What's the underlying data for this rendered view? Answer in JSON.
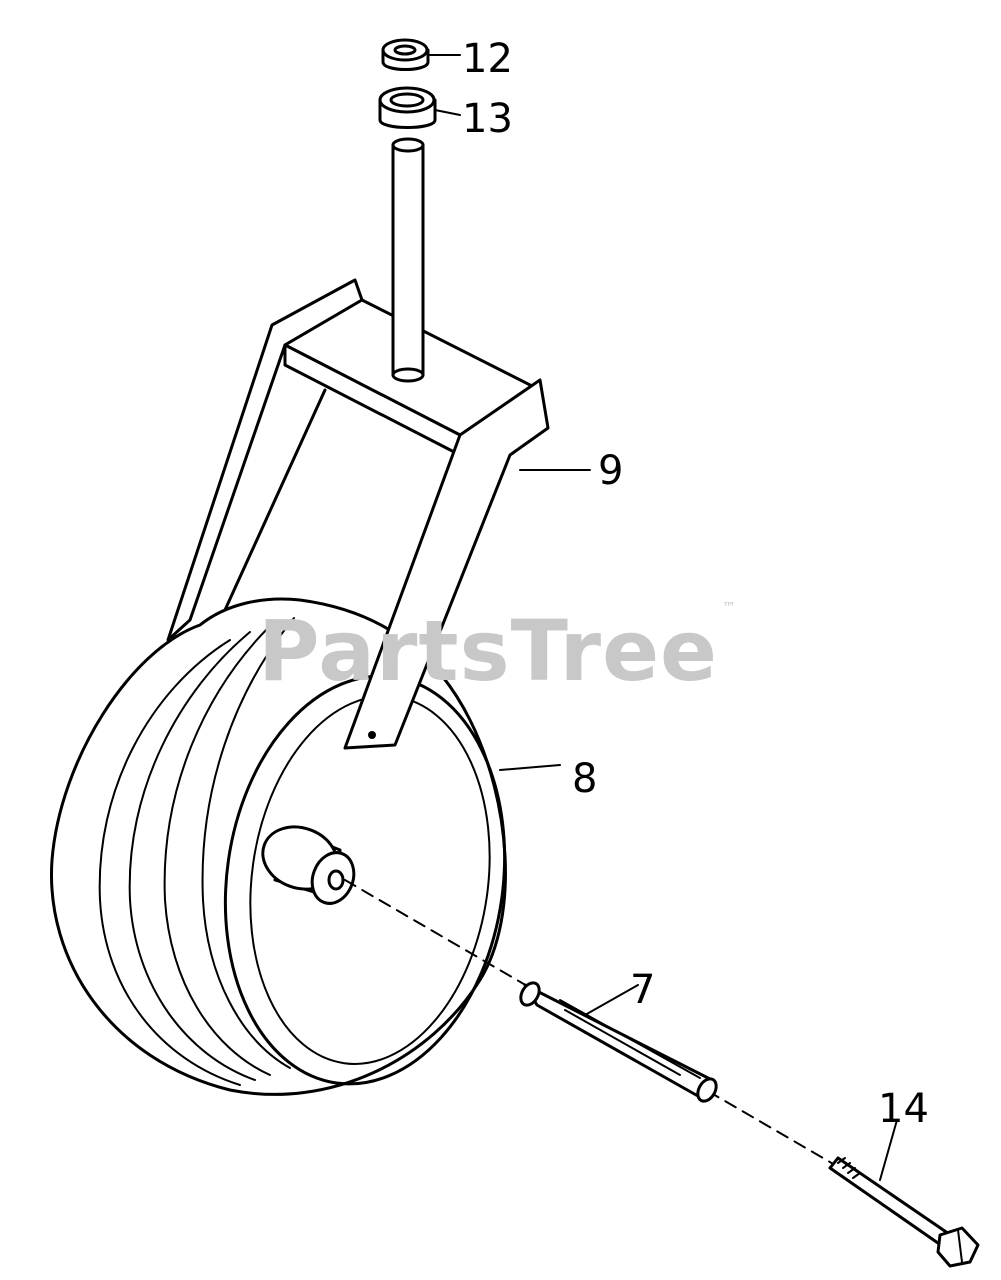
{
  "diagram": {
    "callouts": [
      {
        "id": "12",
        "label": "12"
      },
      {
        "id": "13",
        "label": "13"
      },
      {
        "id": "9",
        "label": "9"
      },
      {
        "id": "8",
        "label": "8"
      },
      {
        "id": "7",
        "label": "7"
      },
      {
        "id": "14",
        "label": "14"
      }
    ],
    "watermark": {
      "text": "PartsTree",
      "trademark": "™"
    }
  }
}
